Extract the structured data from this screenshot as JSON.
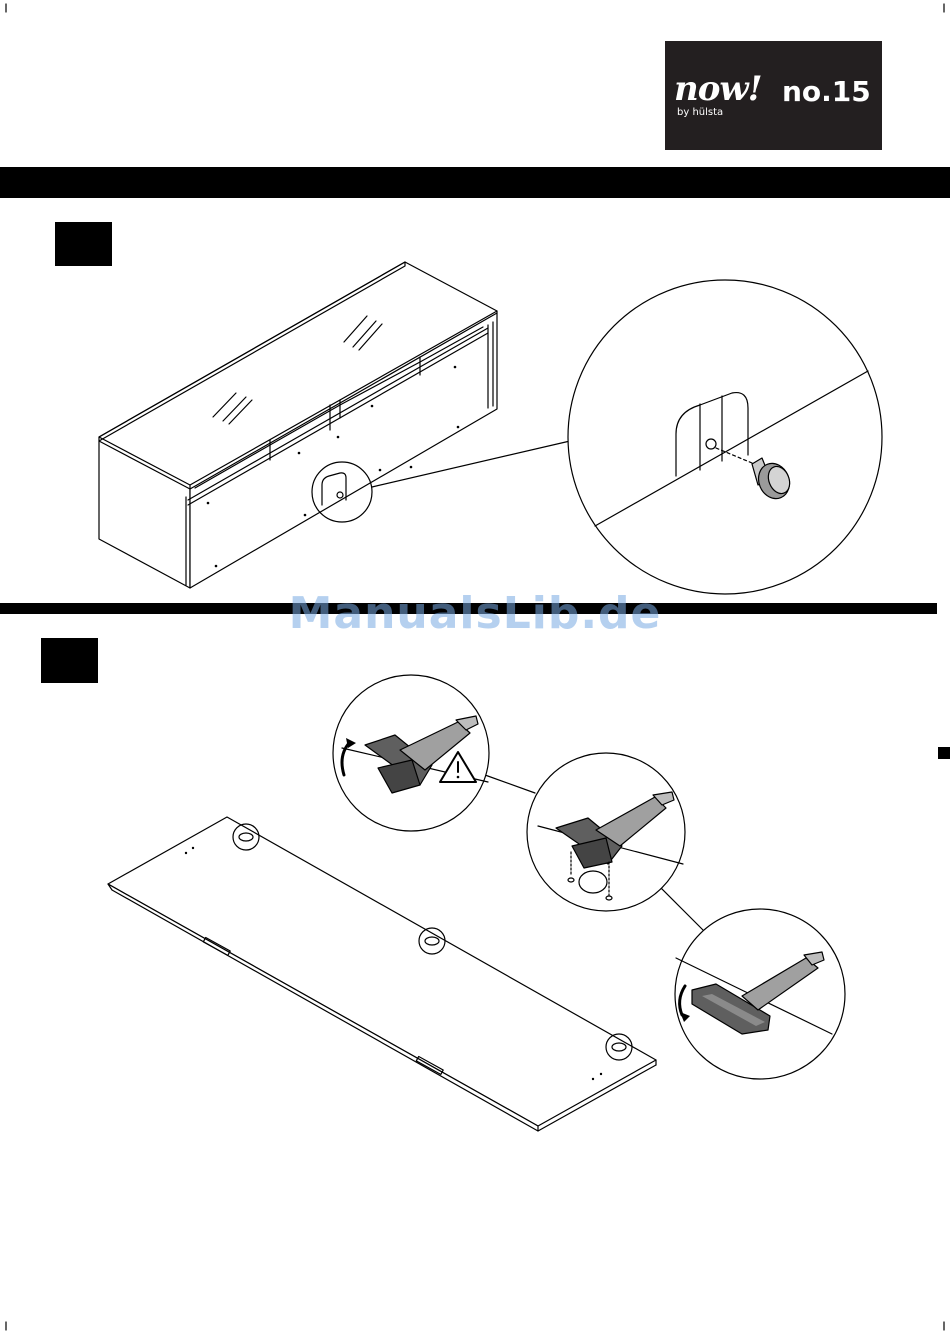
{
  "brand": {
    "wordmark": "now!",
    "model": "no.15",
    "byline": "by hülsta"
  },
  "watermark": "ManualsLib.de",
  "steps": [
    {
      "label": ""
    },
    {
      "label": ""
    }
  ],
  "colors": {
    "ink": "#000000",
    "logo_bg": "#231f20",
    "hinge_metal": "#6e6e6e",
    "watermark": "#78aae1"
  }
}
